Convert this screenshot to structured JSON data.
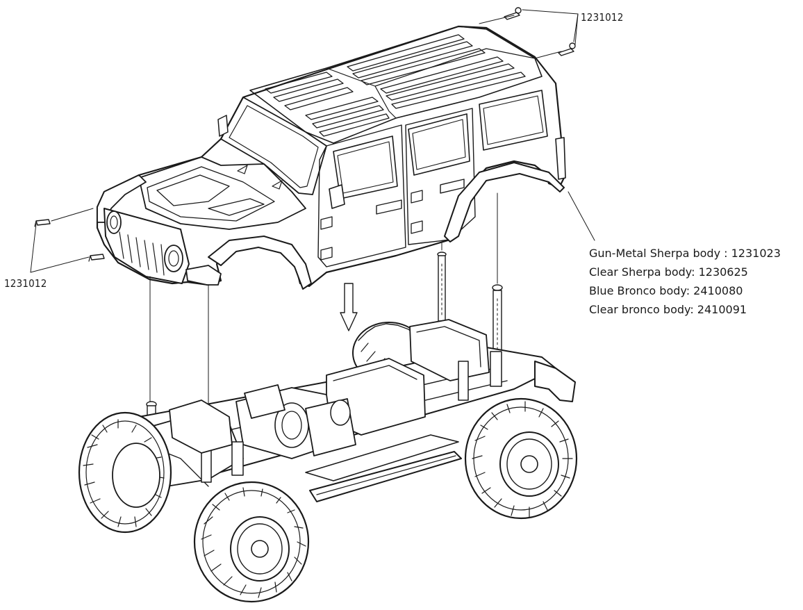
{
  "diagram": {
    "part_label_top": "1231012",
    "part_label_left": "1231012",
    "body_options": [
      "Gun-Metal Sherpa body : 1231023",
      "Clear Sherpa body: 1230625",
      "Blue Bronco body: 2410080",
      "Clear bronco body: 2410091"
    ]
  }
}
